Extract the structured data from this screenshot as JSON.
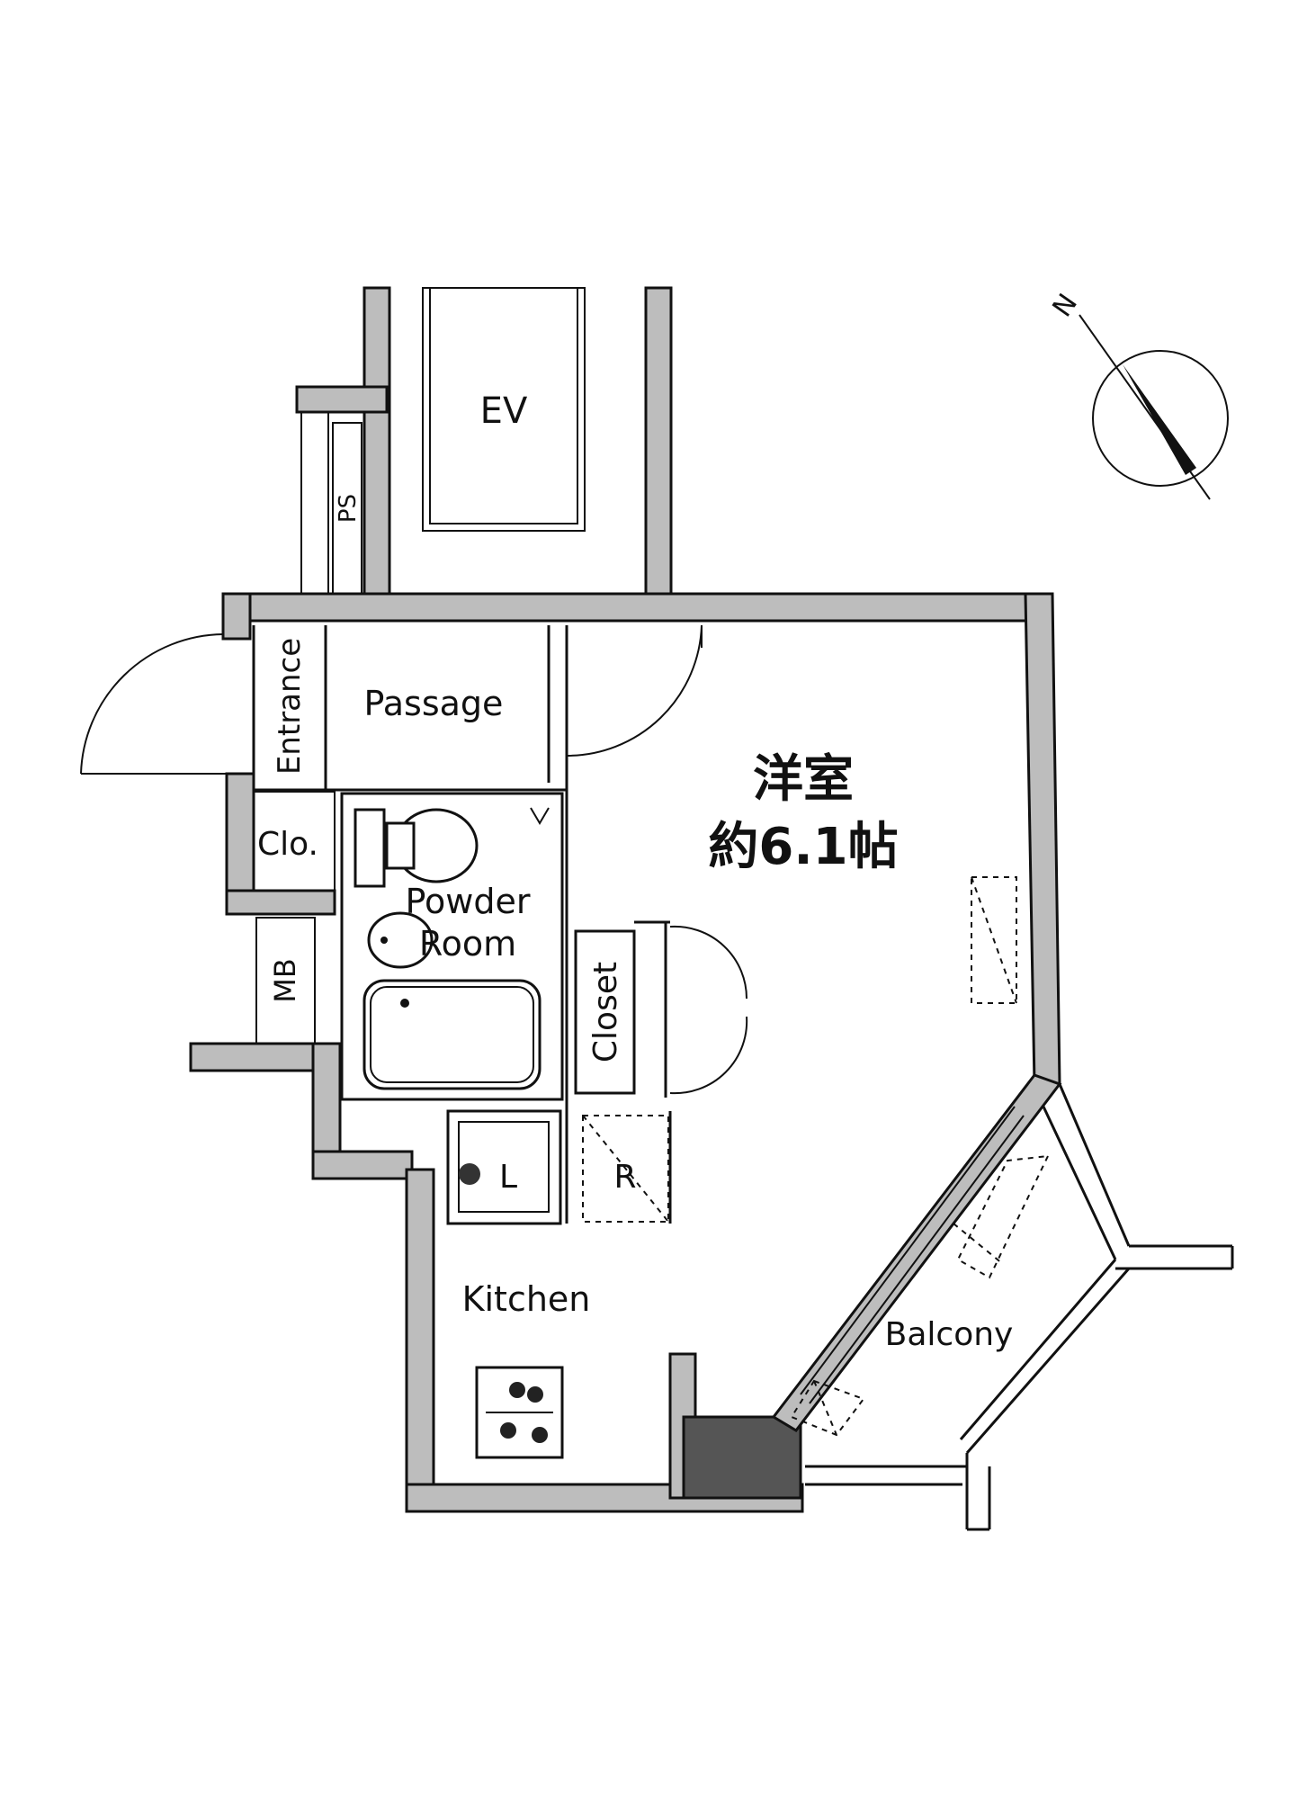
{
  "labels": {
    "ev": "EV",
    "ps": "PS",
    "entrance": "Entrance",
    "passage": "Passage",
    "clo": "Clo.",
    "mb": "MB",
    "powder_room_1": "Powder",
    "powder_room_2": "Room",
    "closet": "Closet",
    "l": "L",
    "r": "R",
    "kitchen": "Kitchen",
    "balcony": "Balcony",
    "room_name": "洋室",
    "room_size": "約6.1帖",
    "north": "N"
  }
}
